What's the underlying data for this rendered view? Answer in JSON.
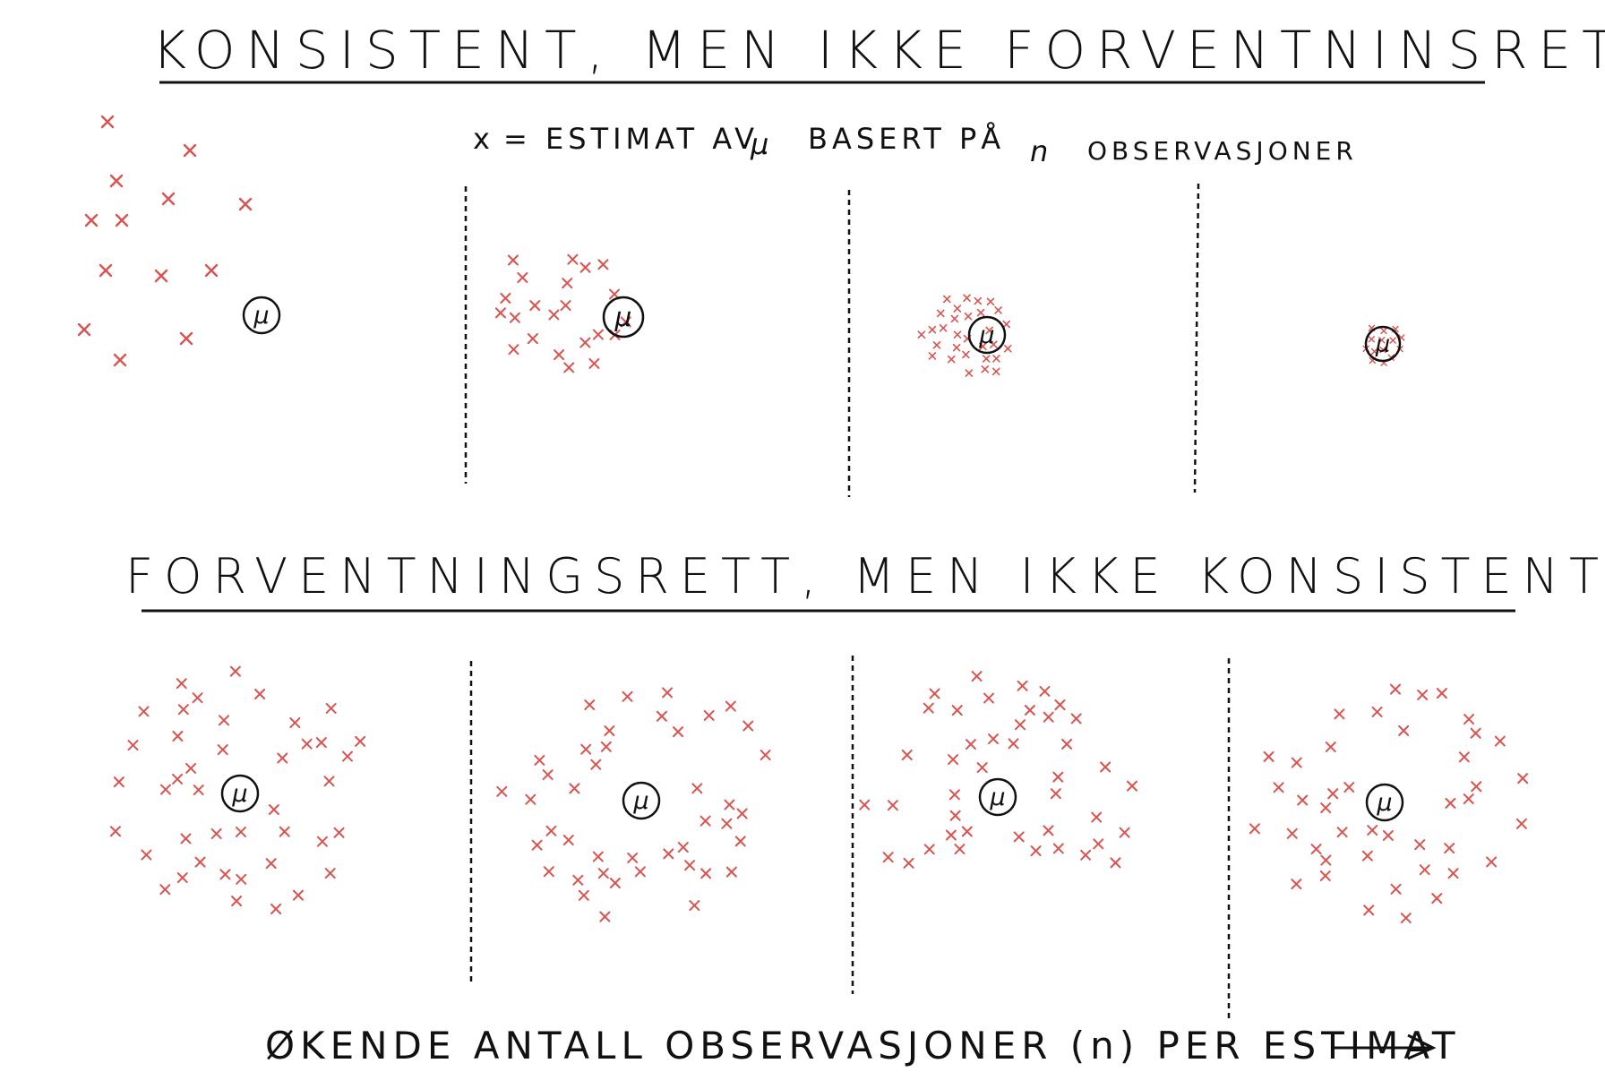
{
  "top_section": {
    "title": "KONSISTENT, MEN IKKE FORVENTNINSRETT",
    "legend": {
      "marker": "x",
      "text": "= ESTIMAT AV",
      "mu": "μ",
      "text2": "BASERT PÅ",
      "n": "n",
      "text3": "OBSERVASJONER"
    },
    "panels": [
      {
        "label": "spread-wide",
        "mu": "μ"
      },
      {
        "label": "spread-medium",
        "mu": "μ"
      },
      {
        "label": "spread-small",
        "mu": "μ"
      },
      {
        "label": "spread-tiny",
        "mu": "μ"
      }
    ]
  },
  "bottom_section": {
    "title": "FORVENTNINGSRETT, MEN IKKE KONSISTENT",
    "panels": [
      {
        "label": "spread-wide",
        "mu": "μ"
      },
      {
        "label": "spread-wide",
        "mu": "μ"
      },
      {
        "label": "spread-wide",
        "mu": "μ"
      },
      {
        "label": "spread-wide",
        "mu": "μ"
      }
    ]
  },
  "footer": {
    "text": "ØKENDE ANTALL OBSERVASJONER (n) PER ESTIMAT",
    "arrow_icon": "right-arrow-icon"
  },
  "colors": {
    "ink": "#111111",
    "estimate": "#d9534f"
  }
}
